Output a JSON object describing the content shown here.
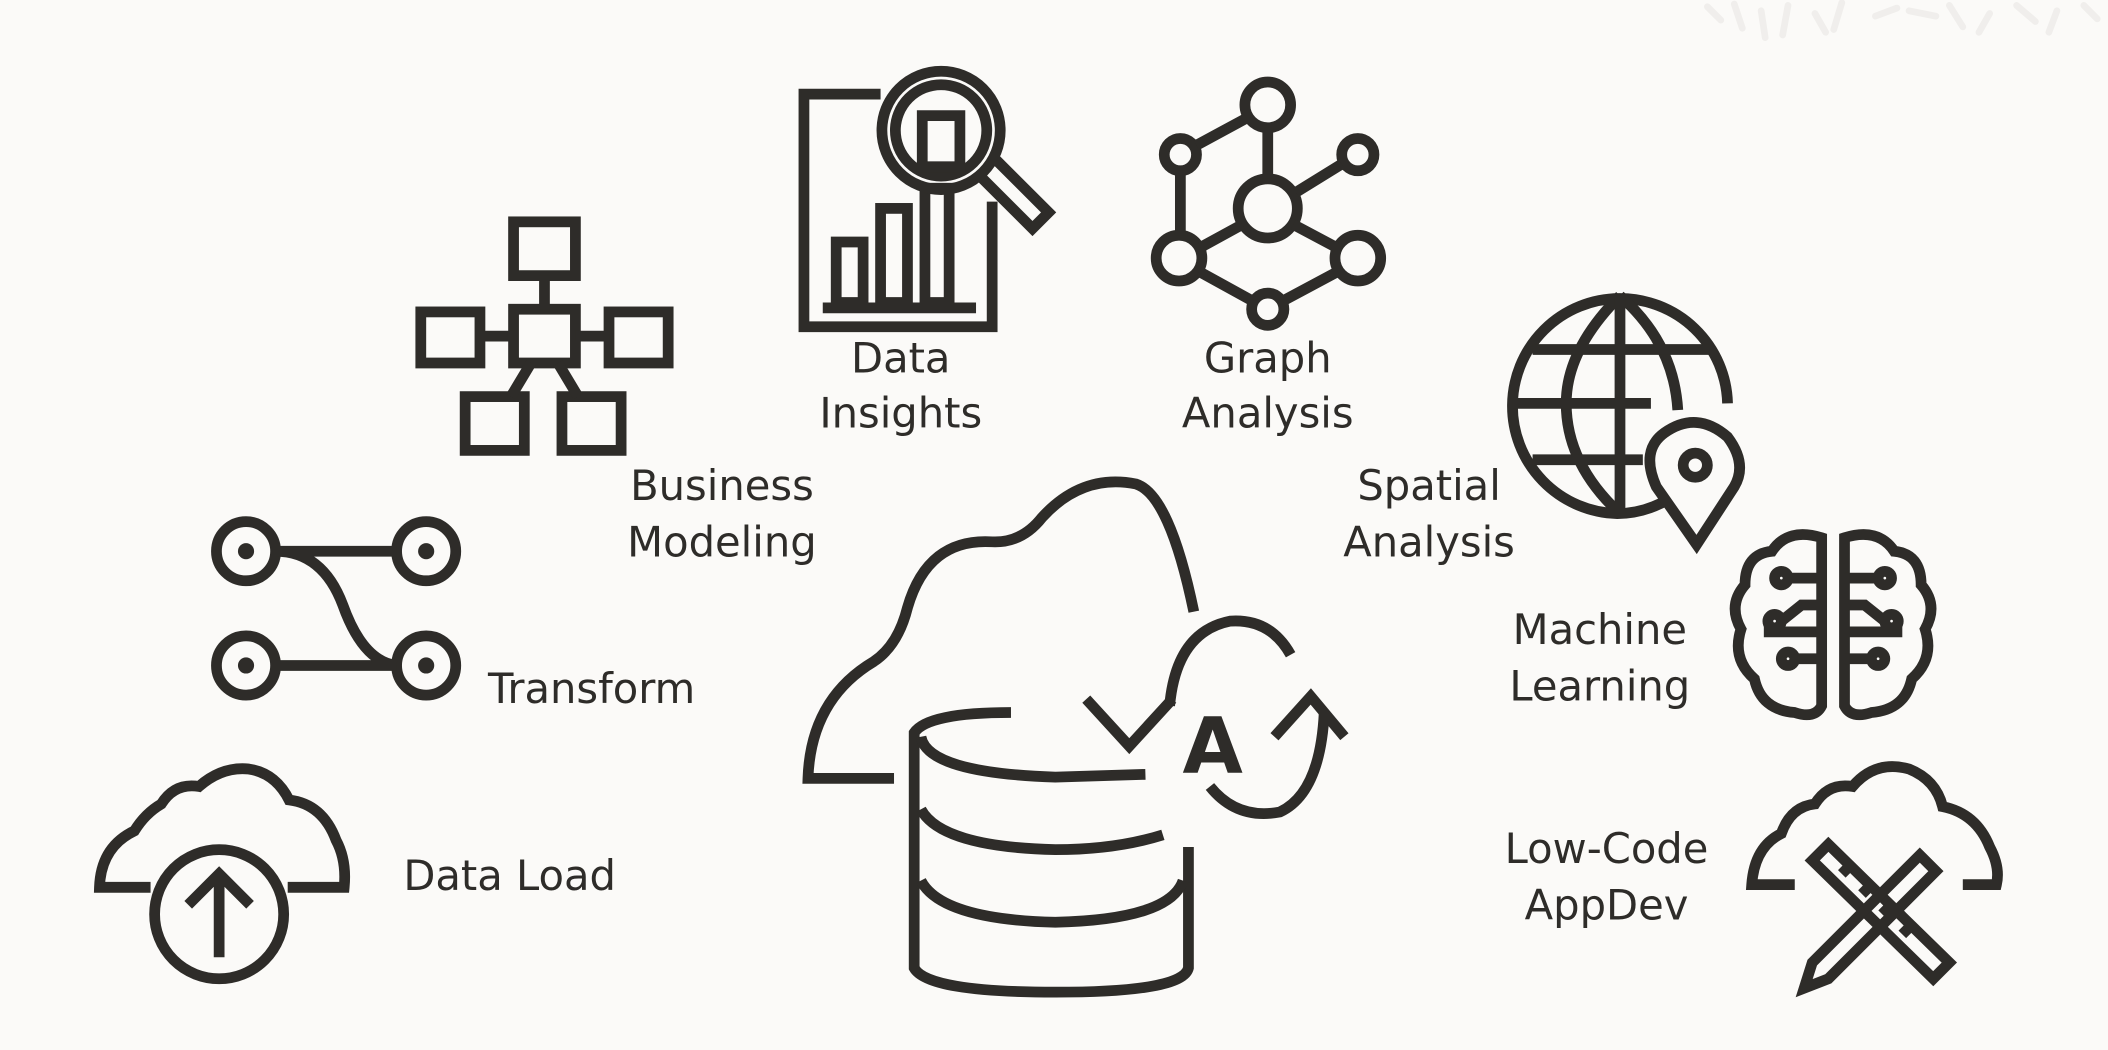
{
  "colors": {
    "background": "#fbfaf8",
    "ink": "#2e2c29"
  },
  "center": {
    "icon": "autonomous-database-cloud-icon",
    "letter": "A"
  },
  "capabilities": [
    {
      "id": "data-load",
      "icon": "cloud-upload-icon",
      "lines": [
        "Data Load"
      ]
    },
    {
      "id": "transform",
      "icon": "transform-flow-icon",
      "lines": [
        "Transform"
      ]
    },
    {
      "id": "business-modeling",
      "icon": "hierarchy-model-icon",
      "lines": [
        "Business",
        "Modeling"
      ]
    },
    {
      "id": "data-insights",
      "icon": "report-magnifier-icon",
      "lines": [
        "Data",
        "Insights"
      ]
    },
    {
      "id": "graph-analysis",
      "icon": "graph-network-icon",
      "lines": [
        "Graph",
        "Analysis"
      ]
    },
    {
      "id": "spatial-analysis",
      "icon": "globe-pin-icon",
      "lines": [
        "Spatial",
        "Analysis"
      ]
    },
    {
      "id": "machine-learning",
      "icon": "brain-circuit-icon",
      "lines": [
        "Machine",
        "Learning"
      ]
    },
    {
      "id": "low-code-appdev",
      "icon": "cloud-tools-icon",
      "lines": [
        "Low-Code",
        "AppDev"
      ]
    }
  ]
}
